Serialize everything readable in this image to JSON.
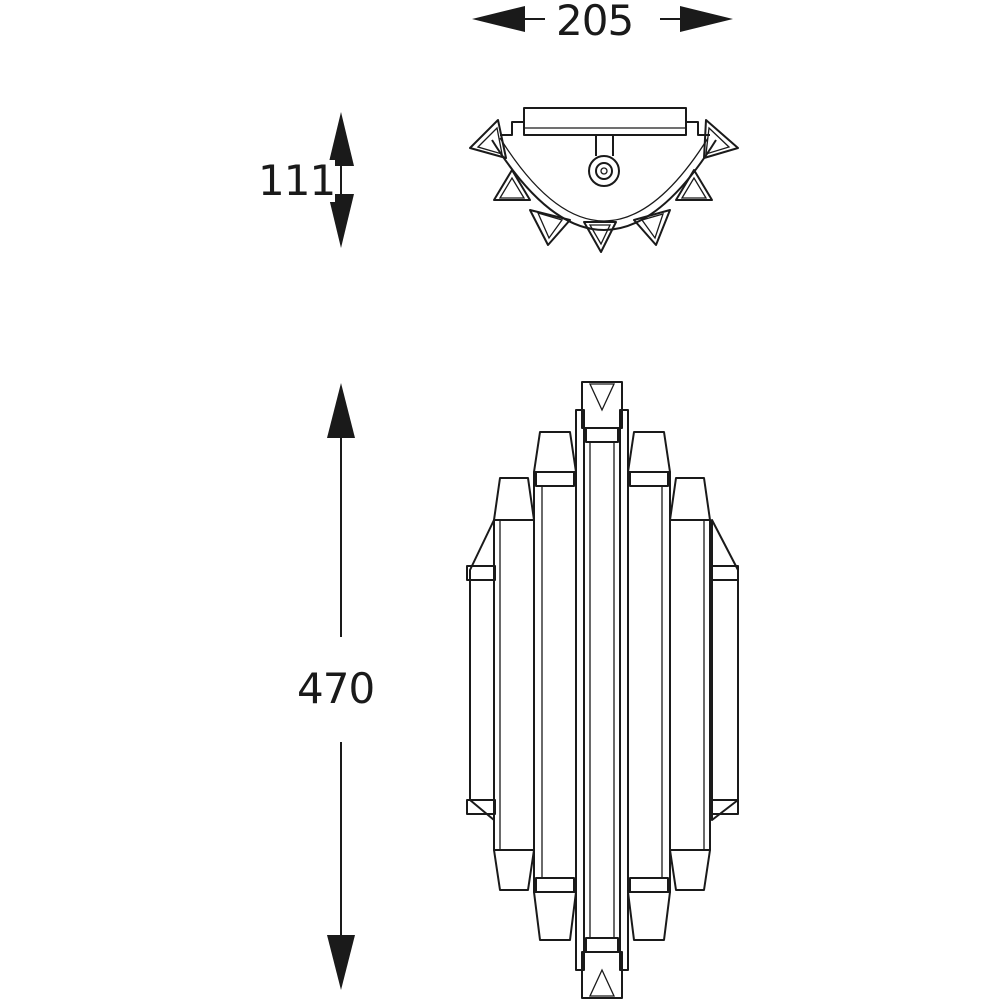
{
  "dimensions": {
    "width": "205",
    "depth": "111",
    "height": "470"
  },
  "colors": {
    "line": "#1a1a1a",
    "background": "#ffffff"
  }
}
